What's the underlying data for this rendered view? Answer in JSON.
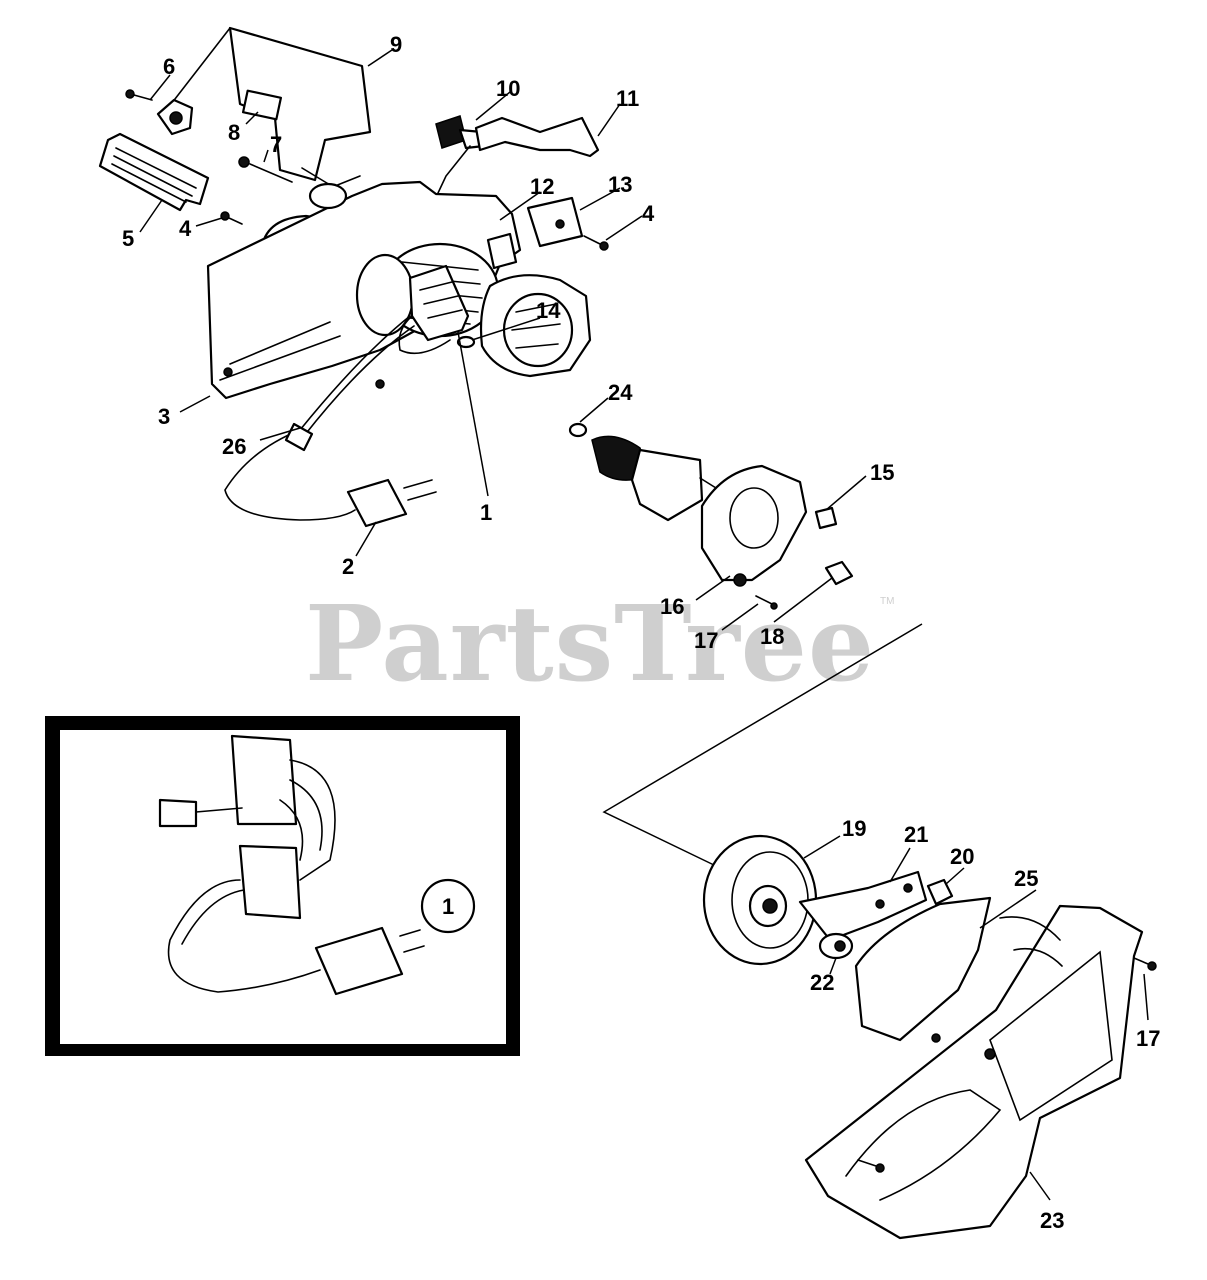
{
  "watermark": {
    "text": "PartsTree",
    "tm": "TM"
  },
  "callouts": {
    "c1": "1",
    "c2": "2",
    "c3": "3",
    "c4a": "4",
    "c4b": "4",
    "c5": "5",
    "c6": "6",
    "c7": "7",
    "c8": "8",
    "c9": "9",
    "c10": "10",
    "c11": "11",
    "c12": "12",
    "c13": "13",
    "c14": "14",
    "c15": "15",
    "c16": "16",
    "c17a": "17",
    "c17b": "17",
    "c18": "18",
    "c19": "19",
    "c20": "20",
    "c21": "21",
    "c22": "22",
    "c23": "23",
    "c24": "24",
    "c25": "25",
    "c26": "26"
  },
  "inset": {
    "badge": "1"
  }
}
